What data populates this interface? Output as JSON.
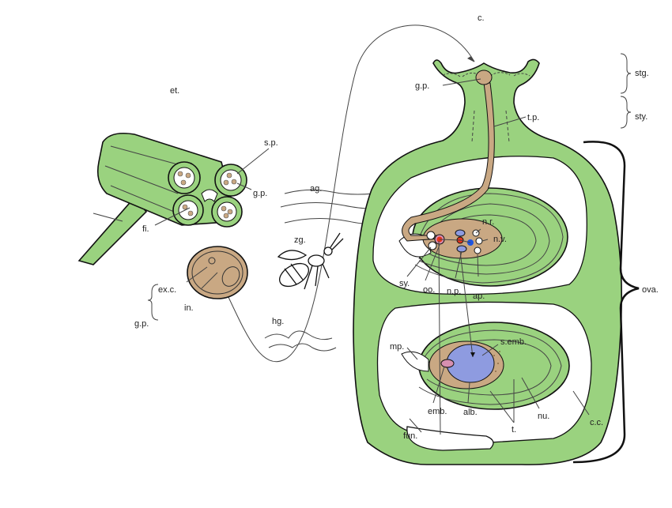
{
  "colors": {
    "green": "#9ad27f",
    "tan": "#c9a883",
    "blue": "#8e9be0",
    "red": "#e8341c",
    "nucleus_blue": "#1f55e0",
    "pink": "#d78fb0"
  },
  "labels": {
    "c": "c.",
    "stg": "stg.",
    "gp_stigma": "g.p.",
    "tp": "t.p.",
    "sty": "sty.",
    "et": "et.",
    "sp": "s.p.",
    "gp_anther": "g.p.",
    "ag": "ag.",
    "fi": "fi.",
    "zg": "zg.",
    "nr": "n.r.",
    "nv": "n.v.",
    "exc": "ex.c.",
    "in": "in.",
    "gp_grain": "g.p.",
    "sy": "sy.",
    "oo": "oo.",
    "np": "n.p.",
    "ap": "ap.",
    "ova": "ova.",
    "hg": "hg.",
    "semb": "s.emb.",
    "mp": "mp.",
    "emb": "emb.",
    "alb": "alb.",
    "t": "t.",
    "nu": "nu.",
    "cc": "c.c.",
    "fun": "fun."
  }
}
